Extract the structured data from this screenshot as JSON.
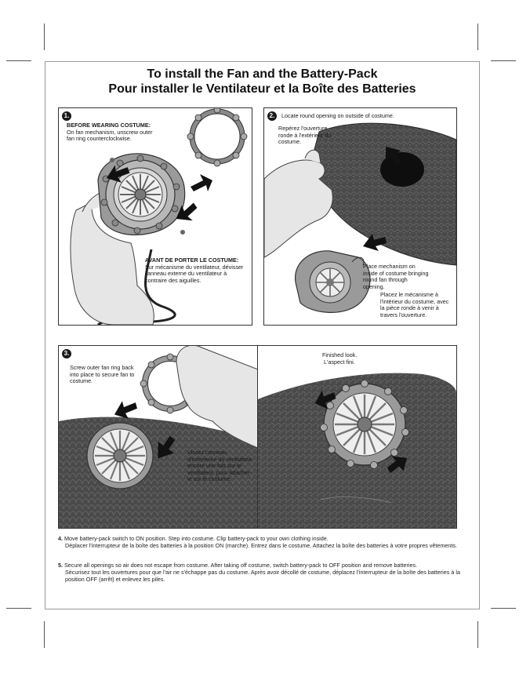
{
  "title": {
    "en": "To install the Fan and the Battery-Pack",
    "fr": "Pour installer le Ventilateur et la Boîte des Batteries"
  },
  "steps": {
    "s1": {
      "number": "1.",
      "heading_en": "BEFORE WEARING COSTUME:",
      "body_en": "On fan mechanism, unscrew outer fan ring counterclockwise.",
      "heading_fr": "AVANT DE PORTER LE COSTUME:",
      "body_fr": "Sur mécanisme du ventilateur, dévisser l'anneau externe du ventilateur à contraire des aiguilles."
    },
    "s2": {
      "number": "2.",
      "locate_en": "Locate round opening on outside of costume.",
      "locate_fr": "Repérez l'ouverture ronde à l'extérieur du costume.",
      "place_en": "Place mechanism on inside of costume bringing round fan through opening.",
      "place_fr": "Placez le mécanisme à l'intérieur du costume, avec la pièce ronde à venir à travers l'ouverture."
    },
    "s3": {
      "number": "3.",
      "screw_en": "Screw outer fan ring back into place to secure fan to costume.",
      "screw_fr": "Vissez l'anneau d'extérieure du ventilateur encore une fois sur le ventilateur, pour attacher-le sur le costume."
    },
    "finished": {
      "en": "Finished look.",
      "fr": "L'aspect fini."
    },
    "s4": {
      "number": "4.",
      "en": "Move battery-pack switch to ON position. Step into costume. Clip battery-pack to your own clothing inside.",
      "fr": "Déplacer l'interrupteur de la boîte des batteries à la position ON (marche). Entrez dans le costume. Attachez la boîte des batteries à votre propres vêtements."
    },
    "s5": {
      "number": "5.",
      "en": "Secure all openings so air does not escape from costume. After taking off costume, switch battery-pack to OFF position and remove batteries.",
      "fr": "Sécurisez tout les ouvertures pour que l'air ne s'échappe pas du costume. Après avoir décollé de costume, déplacez l'interrupteur de la boîte des batteries à la position OFF (arrêt) et enlevez les piles."
    }
  },
  "colors": {
    "costume": "#4a4a4a",
    "fan": "#8e8e8e",
    "skin": "#e6e6e6",
    "line": "#333333"
  },
  "icons": [
    "hand-illustration",
    "fan-mechanism-illustration",
    "fan-ring-illustration",
    "arrow-icon",
    "costume-illustration"
  ]
}
